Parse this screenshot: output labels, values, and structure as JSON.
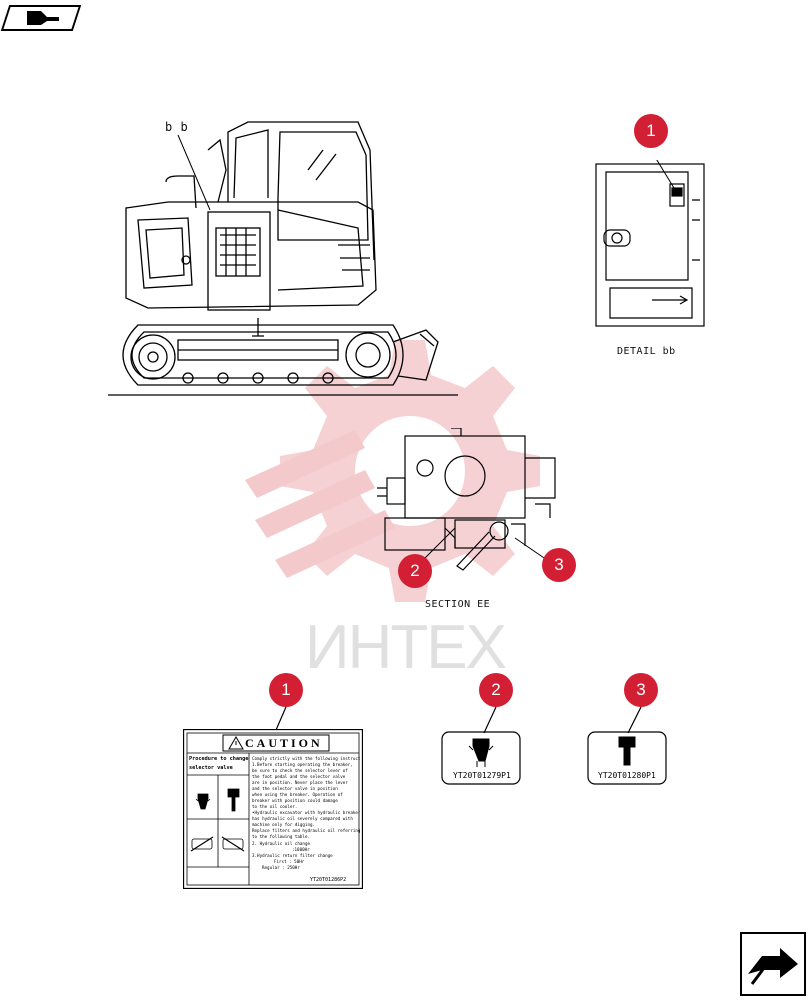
{
  "colors": {
    "callout": "#d21f33",
    "watermark_gear": "#f3c9cb",
    "line": "#000000"
  },
  "nav": {
    "prev_icon": "arrow-left-icon",
    "next_icon": "arrow-right-icon"
  },
  "machine_view": {
    "detail_ref": "b b"
  },
  "detail_bb": {
    "caption": "DETAIL bb",
    "callout": "1"
  },
  "section_ee": {
    "caption": "SECTION EE",
    "callouts": [
      "2",
      "3"
    ]
  },
  "watermark": {
    "text": "ИНТЕХ"
  },
  "decals": [
    {
      "callout": "1",
      "header": "CAUTION",
      "left_title_1": "Procedure to change",
      "left_title_2": "selector valve",
      "lines": [
        "Comply strictly with the following instructions.",
        "1.Before starting operating the breaker,",
        "be sure to check the selector lever of",
        "the foot pedal and the selector valve",
        "are in position. Never place the lever",
        "and the selector valve in position",
        "when using the breaker. Operation of",
        "breaker with position could damage",
        "to the oil cooler.",
        "•Hydraulic excavator with hydraulic breaker",
        "has hydraulic oil severely compared with",
        "machine only for digging.",
        "Replace filters and hydraulic oil referring",
        "to the following table.",
        "2. Hydraulic oil change",
        ":1000Hr",
        "3.Hydraulic return filter change",
        "First : 50Hr",
        "Regular : 250Hr"
      ],
      "code": "YT20T01286P2"
    },
    {
      "callout": "2",
      "code": "YT20T01279P1"
    },
    {
      "callout": "3",
      "code": "YT20T01280P1"
    }
  ]
}
